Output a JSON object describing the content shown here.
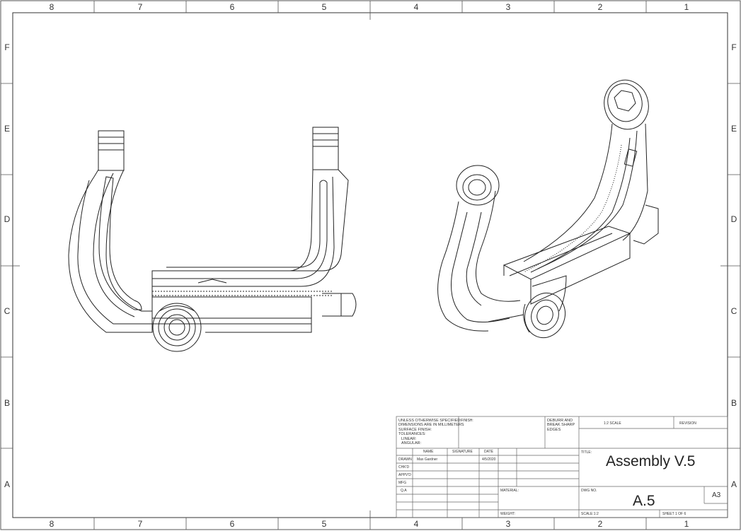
{
  "border": {
    "columns_top": [
      "8",
      "7",
      "6",
      "5",
      "4",
      "3",
      "2",
      "1"
    ],
    "columns_bottom": [
      "8",
      "7",
      "6",
      "5",
      "4",
      "3",
      "2",
      "1"
    ],
    "rows_left": [
      "F",
      "E",
      "D",
      "C",
      "B",
      "A"
    ],
    "rows_right": [
      "F",
      "E",
      "D",
      "C",
      "B",
      "A"
    ]
  },
  "title_block": {
    "notes": [
      "UNLESS OTHERWISE SPECIFIED:",
      "DIMENSIONS ARE IN MILLIMETERS",
      "SURFACE FINISH:",
      "TOLERANCES:",
      "  LINEAR:",
      "  ANGULAR:"
    ],
    "finish_label": "FINISH:",
    "deburr": [
      "DEBURR AND",
      "BREAK SHARP",
      "EDGES"
    ],
    "scale_header": "1:2 SCALE",
    "revision_label": "REVISION",
    "col_name": "NAME",
    "col_signature": "SIGNATURE",
    "col_date": "DATE",
    "rows": [
      "DRAWN",
      "CHK'D",
      "APPV'D",
      "MFG",
      "Q.A"
    ],
    "drawn_name": "Max Gardner",
    "drawn_date": "4/5/2020",
    "title_label": "TITLE:",
    "title": "Assembly V.5",
    "material_label": "MATERIAL:",
    "dwg_no_label": "DWG NO.",
    "dwg_no": "A.5",
    "sheet_size": "A3",
    "weight_label": "WEIGHT:",
    "scale_label": "SCALE:1:2",
    "sheet_label": "SHEET 1 OF 6"
  }
}
